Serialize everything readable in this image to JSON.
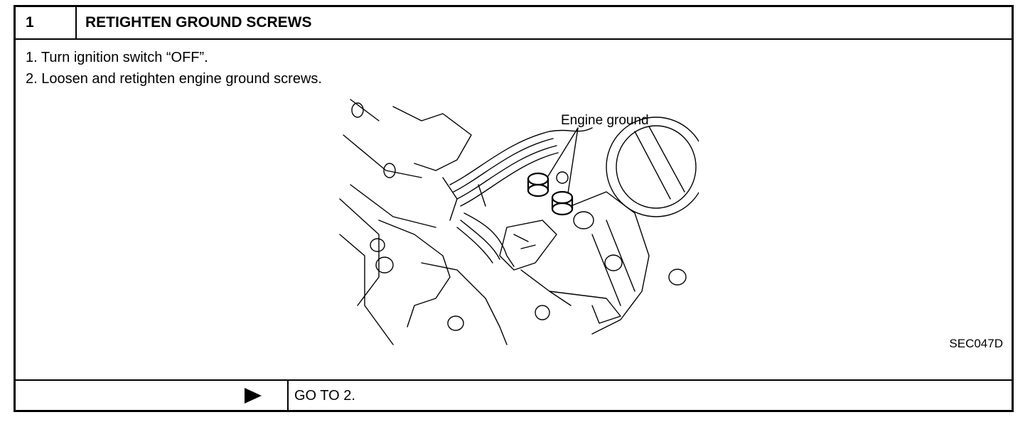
{
  "step": {
    "number": "1",
    "title": "RETIGHTEN GROUND SCREWS"
  },
  "instructions": [
    "1.  Turn ignition switch “OFF”.",
    "2.  Loosen and retighten engine ground screws."
  ],
  "figure": {
    "callout": "Engine ground",
    "code": "SEC047D"
  },
  "result": {
    "arrow_icon": "right-triangle-arrow",
    "text": "GO TO 2."
  }
}
